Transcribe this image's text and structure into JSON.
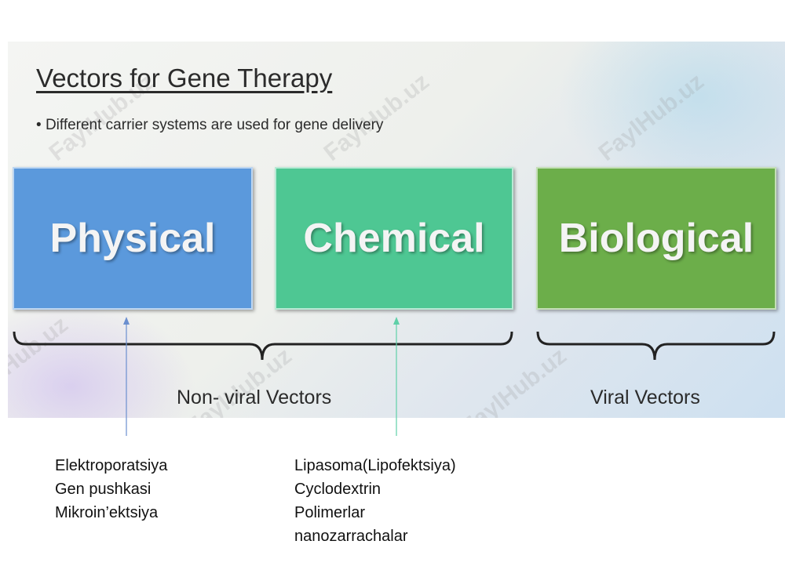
{
  "slide": {
    "title": "Vectors for Gene Therapy",
    "bullet": "Different carrier systems are used for gene delivery",
    "watermark": "FaylHub.uz"
  },
  "categories": [
    {
      "label": "Physical",
      "color": "#5b99dc"
    },
    {
      "label": "Chemical",
      "color": "#4ec793"
    },
    {
      "label": "Biological",
      "color": "#6cae4a"
    }
  ],
  "groups": {
    "non_viral": "Non- viral Vectors",
    "viral": "Viral Vectors"
  },
  "annotations": {
    "physical_items": [
      "Elektroporatsiya",
      "Gen pushkasi",
      "Mikroin’ektsiya"
    ],
    "chemical_items": [
      "Lipasoma(Lipofektsiya)",
      "Cyclodextrin",
      "Polimerlar",
      "nanozarrachalar"
    ],
    "physical_arrow_color": "#6b8fcf",
    "chemical_arrow_color": "#5fd0a8"
  }
}
